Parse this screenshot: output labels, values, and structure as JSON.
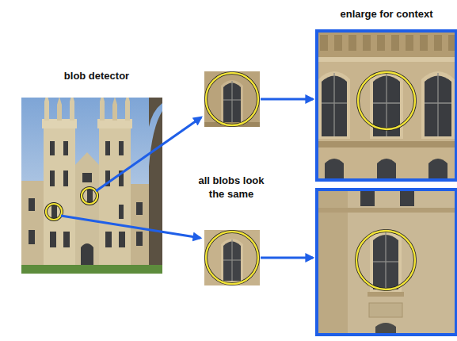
{
  "diagram": {
    "labels": [
      "blob detector",
      "all blobs look the same",
      "enlarge for context"
    ]
  }
}
